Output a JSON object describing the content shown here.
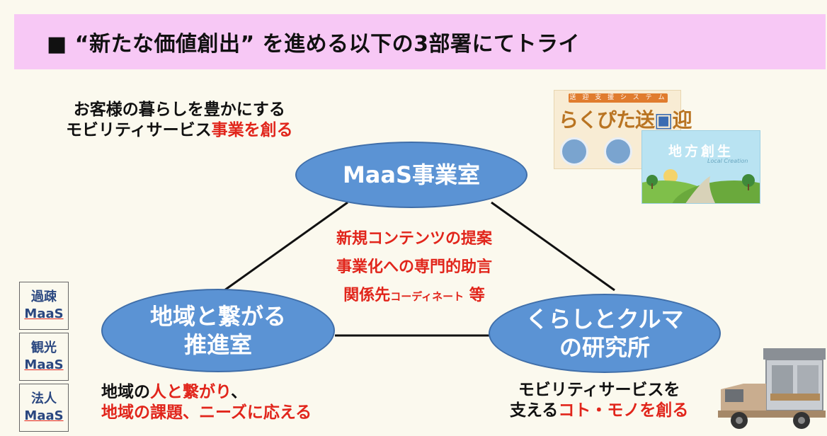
{
  "header": {
    "title": "■ “新たな価値創出” を進める以下の3部署にてトライ"
  },
  "nodes": {
    "maas": "MaaS事業室",
    "region": "地域と繋がる\n推進室",
    "life": "くらしとクルマ\nの研究所"
  },
  "captions": {
    "maas": {
      "line1": "お客様の暮らしを豊かにする",
      "line2_black": "モビリティサービス",
      "line2_red": "事業を創る"
    },
    "region": {
      "line1_black": "地域の",
      "line1_red": "人と繋がり",
      "line1_tail": "、",
      "line2_red": "地域の課題、ニーズに応える"
    },
    "life": {
      "line1": "モビリティサービスを",
      "line2_black": "支える",
      "line2_red": "コト・モノを創る"
    }
  },
  "center_items": {
    "item1": "新規コンテンツの提案",
    "item2": "事業化への専門的助言",
    "item3_main": "関係先",
    "item3_small": "コーディネート",
    "item3_tail": " 等"
  },
  "maas_types": [
    {
      "top": "過疎",
      "bottom": "MaaS"
    },
    {
      "top": "観光",
      "bottom": "MaaS"
    },
    {
      "top": "法人",
      "bottom": "MaaS"
    }
  ],
  "images": {
    "rakupita_banner": "送 迎 支 援 シ ス テ ム",
    "rakupita_logo_a": "らくぴた送",
    "rakupita_logo_b": "迎",
    "chihou_title": "地方創生",
    "chihou_sub": "Local Creation"
  },
  "colors": {
    "title_bar": "#f7c8f5",
    "node_fill": "#5b93d4",
    "accent_red": "#e1251b",
    "maas_text": "#2a4780"
  }
}
